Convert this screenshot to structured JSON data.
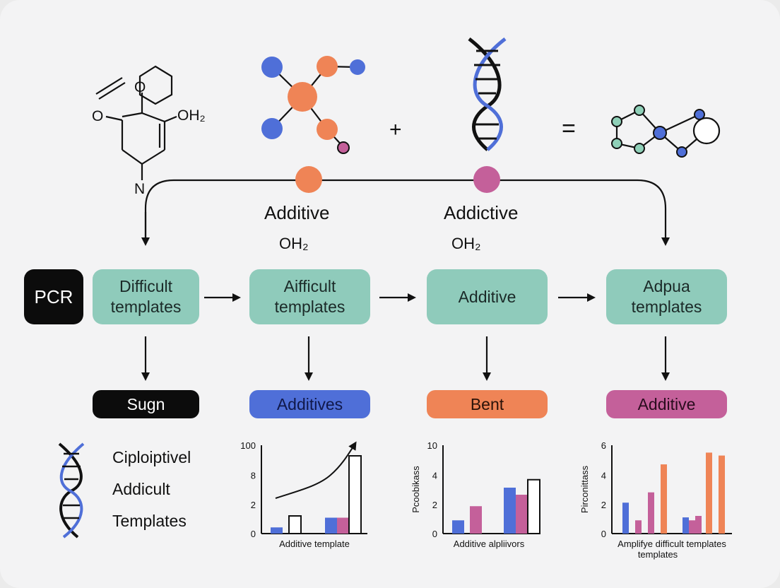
{
  "molecule_labels": {
    "o_top": "O",
    "o_left": "O",
    "oh2": "OH₂",
    "n": "N"
  },
  "plus": "+",
  "equals": "=",
  "additive_labels": [
    {
      "title": "Additive",
      "sub": "OH₂"
    },
    {
      "title": "Addictive",
      "sub": "OH₂"
    }
  ],
  "pcr": "PCR",
  "steps": [
    {
      "line1": "Difficult",
      "line2": "templates"
    },
    {
      "line1": "Aifficult",
      "line2": "templates"
    },
    {
      "line1": "Additive",
      "line2": ""
    },
    {
      "line1": "Adpua",
      "line2": "templates"
    }
  ],
  "pills": [
    {
      "label": "Sugn",
      "color": "#0c0c0c",
      "text_color": "#ffffff"
    },
    {
      "label": "Additives",
      "color": "#4f6fd8",
      "text_color": "#10184a"
    },
    {
      "label": "Bent",
      "color": "#ef8456",
      "text_color": "#2a1208"
    },
    {
      "label": "Additive",
      "color": "#c4609a",
      "text_color": "#2a0c1e"
    }
  ],
  "legend_lines": [
    "Ciploiptivel",
    "Addicult",
    "Templates"
  ],
  "colors": {
    "teal": "#8fcbbb",
    "blue": "#4f6fd8",
    "orange": "#ef8456",
    "magenta": "#c4609a",
    "teal_node": "#8fd0b8"
  },
  "chart_data": [
    {
      "type": "bar",
      "xlabel": "Additive template",
      "ylabel": "",
      "yticks": [
        "100",
        "8",
        "2",
        "0"
      ],
      "ylim": [
        0,
        10
      ],
      "bars": [
        {
          "group": 0,
          "color": "blue",
          "value": 0.7
        },
        {
          "group": 0,
          "color": "white",
          "value": 2.0
        },
        {
          "group": 1,
          "color": "blue",
          "value": 1.8
        },
        {
          "group": 1,
          "color": "magenta",
          "value": 1.8
        },
        {
          "group": 1,
          "color": "white",
          "value": 8.8
        }
      ],
      "trend_line": true
    },
    {
      "type": "bar",
      "xlabel": "Additive alpliivors",
      "ylabel": "Pcoobikass",
      "yticks": [
        "10",
        "4",
        "2",
        "0"
      ],
      "ylim": [
        0,
        10
      ],
      "bars": [
        {
          "group": 0,
          "color": "blue",
          "value": 1.5
        },
        {
          "group": 0,
          "color": "magenta",
          "value": 3.1
        },
        {
          "group": 1,
          "color": "blue",
          "value": 5.2
        },
        {
          "group": 1,
          "color": "magenta",
          "value": 4.4
        },
        {
          "group": 1,
          "color": "white",
          "value": 6.1
        }
      ]
    },
    {
      "type": "bar",
      "xlabel": "Amplifye difficult templates",
      "xlabel2": "templates",
      "ylabel": "Pirconittass",
      "yticks": [
        "6",
        "4",
        "2",
        "0"
      ],
      "ylim": [
        0,
        6
      ],
      "bars": [
        {
          "group": 0,
          "color": "blue",
          "value": 2.1
        },
        {
          "group": 0,
          "color": "magenta",
          "value": 0.9
        },
        {
          "group": 1,
          "color": "magenta",
          "value": 2.8
        },
        {
          "group": 1,
          "color": "orange",
          "value": 4.7
        },
        {
          "group": 2,
          "color": "blue",
          "value": 1.1
        },
        {
          "group": 2,
          "color": "magenta",
          "value": 0.9
        },
        {
          "group": 2,
          "color": "magenta",
          "value": 1.2
        },
        {
          "group": 3,
          "color": "orange",
          "value": 5.5
        },
        {
          "group": 3,
          "color": "orange",
          "value": 5.3
        }
      ]
    }
  ]
}
